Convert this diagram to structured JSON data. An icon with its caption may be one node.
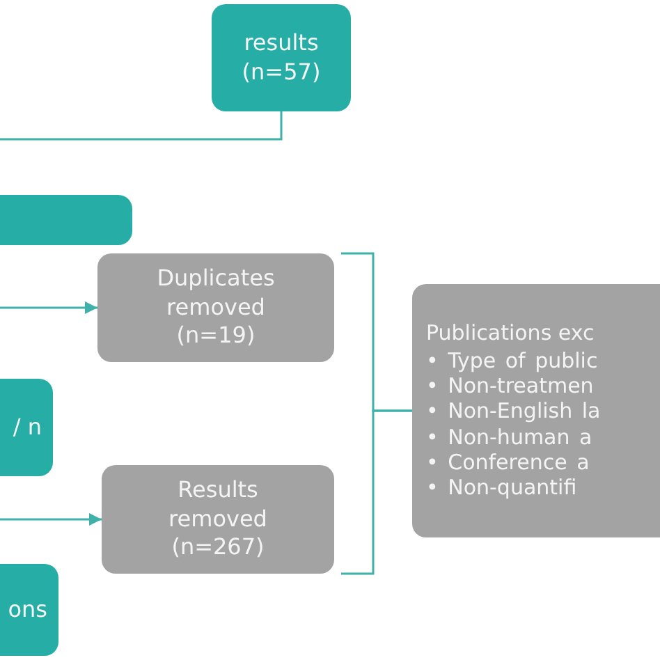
{
  "diagram": {
    "nodes": [
      {
        "text": [
          "results (n=57)"
        ]
      },
      {
        "text": [],
        "shape": "box"
      },
      {
        "text": [
          "Duplicates removed (n=19)"
        ]
      },
      {
        "text": [
          "/ n"
        ]
      },
      {
        "text": [
          "Results removed (n=267)"
        ]
      },
      {
        "text": [
          "ons"
        ]
      },
      {
        "text": [
          "Publications exc",
          "• Type of public",
          "• Non-treatmen",
          "• Non-English la",
          "• Non-human a",
          "• Conference a",
          "• Non-quantifi"
        ]
      }
    ],
    "edges": [
      {
        "from": 0,
        "to": null,
        "arrow": "none"
      },
      {
        "from": null,
        "to": 2,
        "arrow": "to"
      },
      {
        "from": null,
        "to": 4,
        "arrow": "to"
      },
      {
        "from": 2,
        "to": 6,
        "arrow": "none"
      },
      {
        "from": 4,
        "to": 6,
        "arrow": "none"
      }
    ]
  }
}
